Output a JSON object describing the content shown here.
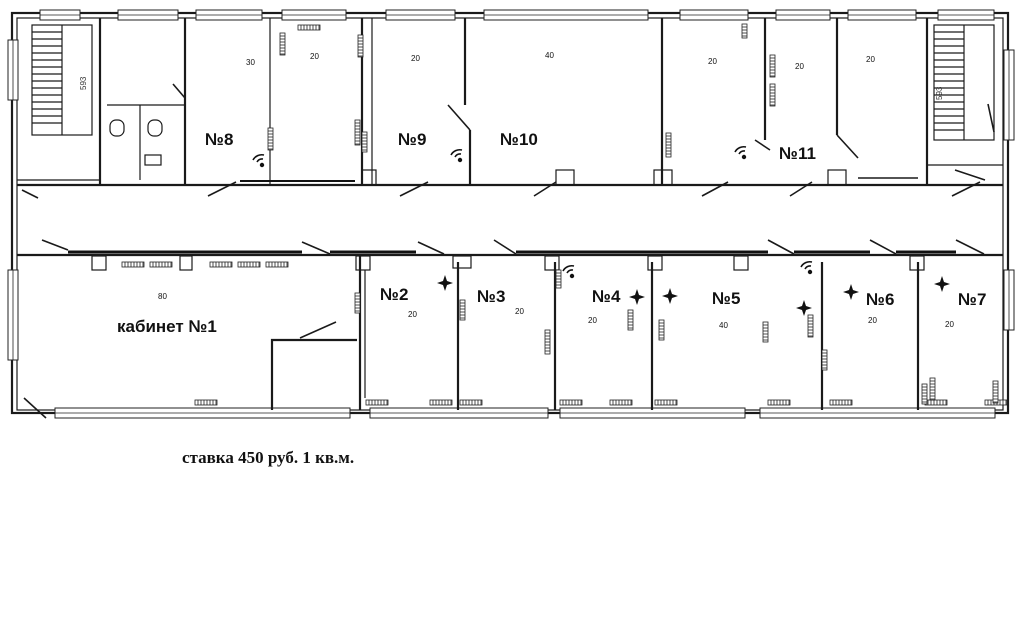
{
  "plan": {
    "caption": "ставка 450 руб. 1 кв.м.",
    "rooms_top": [
      {
        "id": "room-8",
        "label": "№8"
      },
      {
        "id": "room-9",
        "label": "№9"
      },
      {
        "id": "room-10",
        "label": "№10"
      },
      {
        "id": "room-11",
        "label": "№11"
      }
    ],
    "rooms_bottom": [
      {
        "id": "room-1",
        "label": "кабинет №1"
      },
      {
        "id": "room-2",
        "label": "№2"
      },
      {
        "id": "room-3",
        "label": "№3"
      },
      {
        "id": "room-4",
        "label": "№4"
      },
      {
        "id": "room-5",
        "label": "№5"
      },
      {
        "id": "room-6",
        "label": "№6"
      },
      {
        "id": "room-7",
        "label": "№7"
      }
    ],
    "areas": {
      "a8a": "30",
      "a8b": "20",
      "a9": "20",
      "a10": "40",
      "a11a": "20",
      "a11b": "20",
      "a11c": "20",
      "a1": "80",
      "a2": "20",
      "a3": "20",
      "a4": "20",
      "a5": "40",
      "a6": "20",
      "a7": "20"
    },
    "stair_labels": {
      "left": "593",
      "right": "593"
    },
    "icons": [
      "wifi-icon",
      "socket-star-icon",
      "window-icon",
      "radiator-icon",
      "door-icon",
      "staircase-icon",
      "toilet-icon"
    ]
  }
}
